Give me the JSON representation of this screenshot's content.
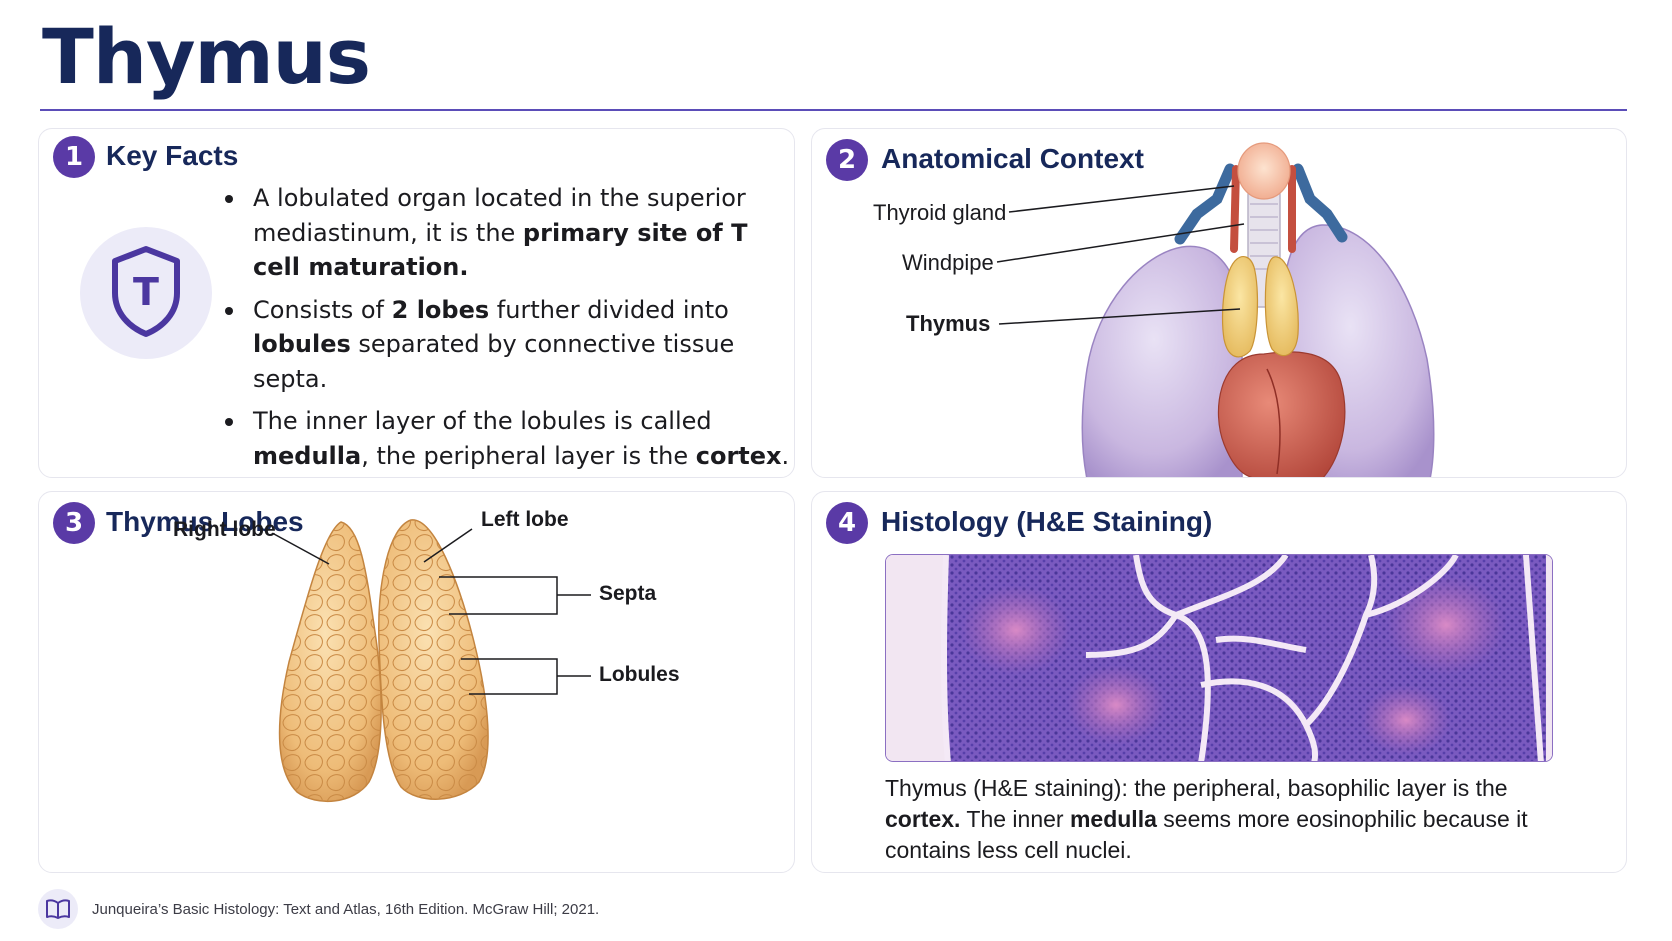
{
  "page": {
    "title": "Thymus"
  },
  "panels": {
    "key_facts": {
      "number": "1",
      "title": "Key Facts",
      "icon": "shield-t-icon",
      "icon_letter": "T",
      "bullets": [
        {
          "t1": "A lobulated organ located in the superior mediastinum, it is the ",
          "b1": "primary site of T cell maturation."
        },
        {
          "t1": "Consists of ",
          "b1": "2 lobes",
          "t2": " further divided into ",
          "b2": "lobules",
          "t3": " separated by connective tissue septa."
        },
        {
          "t1": "The inner layer of the lobules is called ",
          "b1": "medulla",
          "t2": ", the peripheral layer is the ",
          "b2": "cortex",
          "t3": "."
        }
      ]
    },
    "anatomical_context": {
      "number": "2",
      "title": "Anatomical Context",
      "labels": {
        "thyroid": "Thyroid gland",
        "windpipe": "Windpipe",
        "thymus": "Thymus"
      }
    },
    "thymus_lobes": {
      "number": "3",
      "title": "Thymus Lobes",
      "labels": {
        "right_lobe": "Right lobe",
        "left_lobe": "Left lobe",
        "septa": "Septa",
        "lobules": "Lobules"
      }
    },
    "histology": {
      "number": "4",
      "title": "Histology (H&E Staining)",
      "caption": {
        "t1": "Thymus (H&E staining): the peripheral, basophilic layer is the ",
        "b1": "cortex.",
        "t2": " The inner ",
        "b2": "medulla",
        "t3": " seems more eosinophilic because it contains less cell nuclei."
      }
    }
  },
  "footer": {
    "icon": "book-icon",
    "reference": "Junqueira’s Basic Histology: Text and Atlas, 16th Edition. McGraw Hill; 2021."
  },
  "colors": {
    "navy": "#17285a",
    "purple": "#5a3aa6",
    "rule": "#5b4db8"
  }
}
